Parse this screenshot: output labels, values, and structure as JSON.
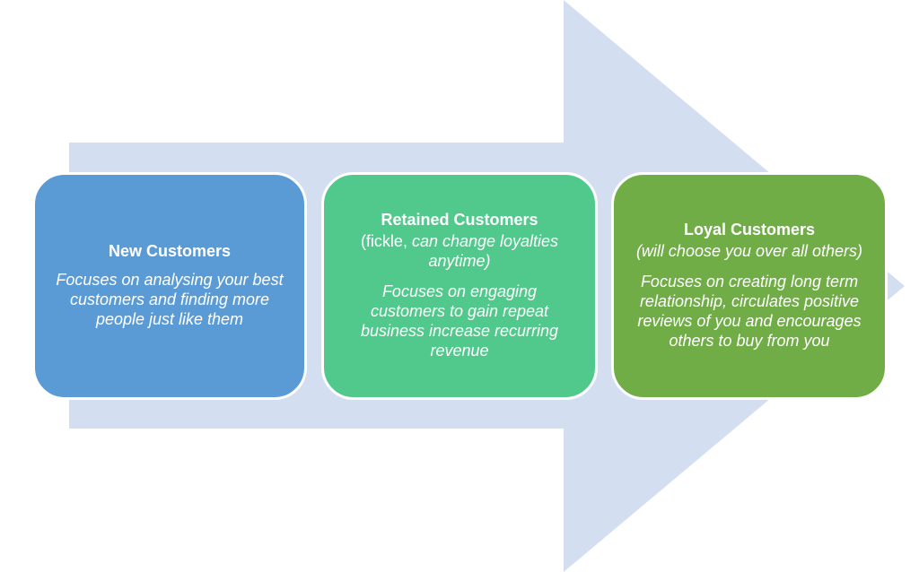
{
  "colors": {
    "arrow": "#d3dff0",
    "new_customers": "#5b9bd5",
    "retained_customers": "#52c98c",
    "loyal_customers": "#70ad47",
    "text": "#ffffff"
  },
  "stages": {
    "new": {
      "title": "New Customers",
      "body": "Focuses on analysing your best customers and finding more people just like them"
    },
    "retained": {
      "title": "Retained Customers",
      "subtitle_open": "(fickle,",
      "subtitle_rest": " can change loyalties anytime)",
      "body": "Focuses on engaging customers to gain repeat business increase recurring revenue"
    },
    "loyal": {
      "title": "Loyal Customers",
      "subtitle": "(will choose you over all others)",
      "body": "Focuses on creating long term relationship,  circulates positive reviews of you and encourages others to buy from you"
    }
  }
}
